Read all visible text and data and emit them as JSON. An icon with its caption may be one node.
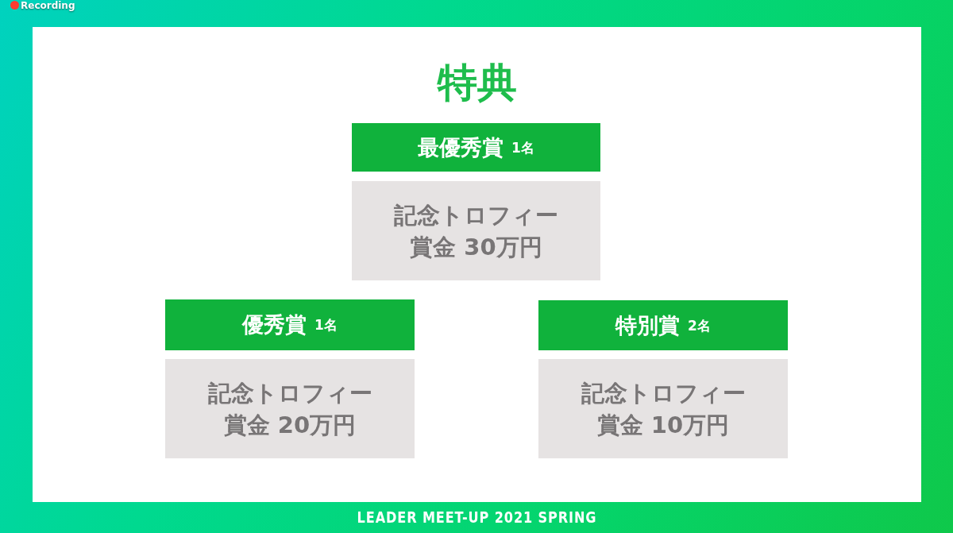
{
  "diagram": {
    "title": "特典",
    "nodes": [
      {
        "text": [
          "最優秀賞",
          "1名"
        ]
      },
      {
        "text": [
          "記念トロフィー",
          "賞金 30万円"
        ]
      },
      {
        "text": [
          "優秀賞",
          "1名"
        ]
      },
      {
        "text": [
          "記念トロフィー",
          "賞金 20万円"
        ]
      },
      {
        "text": [
          "特別賞",
          "2名"
        ]
      },
      {
        "text": [
          "記念トロフィー",
          "賞金 10万円"
        ]
      }
    ],
    "labels": [
      "Recording",
      "LEADER MEET-UP 2021 SPRING"
    ]
  }
}
